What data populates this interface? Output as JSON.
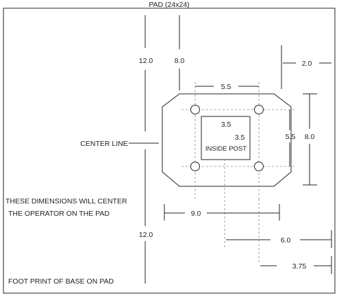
{
  "diagram": {
    "pad_title": "PAD (24x24)",
    "labels": {
      "top_left_vertical": "12.0",
      "top_inner_vertical": "8.0",
      "right_offset": "2.0",
      "hole_spacing_top": "5.5",
      "post_width": "3.5",
      "post_height": "3.5",
      "inside_post": "INSIDE POST",
      "hole_spacing_side": "5.5",
      "base_height": "8.0",
      "center_line": "CENTER LINE",
      "center_note_line1": "THESE DIMENSIONS WILL CENTER",
      "center_note_line2": "THE OPERATOR ON THE PAD",
      "horiz_9": "9.0",
      "bottom_left_vertical": "12.0",
      "horiz_6": "6.0",
      "horiz_375": "3.75",
      "footer": "FOOT PRINT OF BASE ON PAD"
    }
  }
}
